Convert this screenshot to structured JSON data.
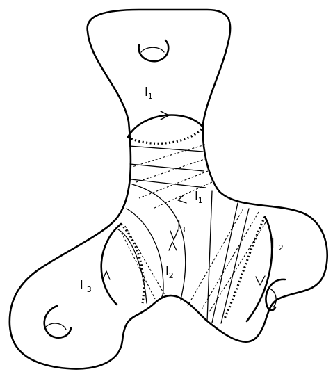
{
  "labels": {
    "top_l": "l",
    "top_sub": "1",
    "mid_l": "l",
    "mid_sub": "1",
    "center_l": "l",
    "center_sub": "3",
    "inner_l": "l",
    "inner_sub": "2",
    "right_l": "l",
    "right_sub": "2",
    "left_l": "l",
    "left_sub": "3"
  }
}
